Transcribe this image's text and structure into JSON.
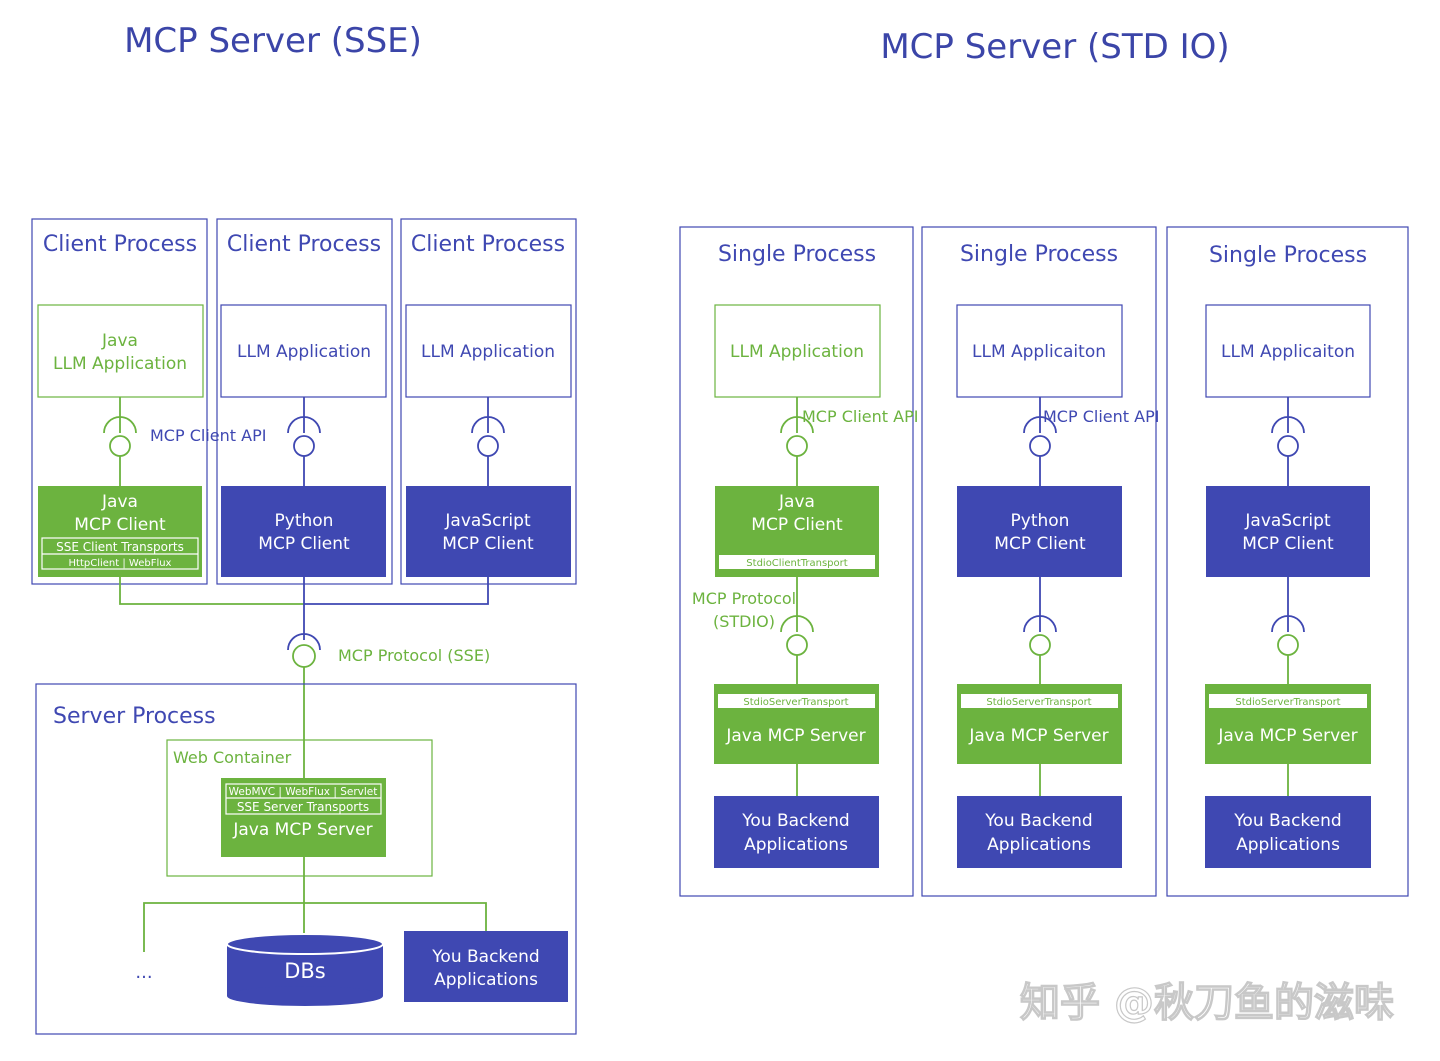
{
  "colors": {
    "blue": "#3f48b2",
    "green": "#6cb33f",
    "title": "#3b45a8",
    "white": "#ffffff",
    "watermark": "#d0d0d0"
  },
  "sse": {
    "title": "MCP Server (SSE)",
    "clients": [
      {
        "process_label": "Client Process",
        "app_lines": [
          "Java",
          "LLM Application"
        ],
        "client_lines": [
          "Java",
          "MCP Client"
        ],
        "transport": "SSE Client Transports",
        "transport_impl": "HttpClient | WebFlux"
      },
      {
        "process_label": "Client Process",
        "app_lines": [
          "LLM Application"
        ],
        "client_lines": [
          "Python",
          "MCP Client"
        ]
      },
      {
        "process_label": "Client Process",
        "app_lines": [
          "LLM Application"
        ],
        "client_lines": [
          "JavaScript",
          "MCP Client"
        ]
      }
    ],
    "client_api_label": "MCP Client API",
    "protocol_label": "MCP Protocol (SSE)",
    "server_process_label": "Server Process",
    "web_container_label": "Web Container",
    "server_impl": "WebMVC | WebFlux | Servlet",
    "server_transport": "SSE Server Transports",
    "server_label": "Java MCP Server",
    "ellipsis": "...",
    "db_label": "DBs",
    "backend_lines": [
      "You Backend",
      "Applications"
    ]
  },
  "stdio": {
    "title": "MCP Server (STD IO)",
    "processes": [
      {
        "process_label": "Single Process",
        "app_label": "LLM Application",
        "client_lines": [
          "Java",
          "MCP Client"
        ],
        "client_transport": "StdioClientTransport",
        "api_label": "MCP Client API",
        "protocol_lines": [
          "MCP Protocol",
          "(STDIO)"
        ],
        "server_transport": "StdioServerTransport",
        "server_label": "Java MCP Server",
        "backend_lines": [
          "You Backend",
          "Applications"
        ]
      },
      {
        "process_label": "Single Process",
        "app_label": "LLM Applicaiton",
        "client_lines": [
          "Python",
          "MCP Client"
        ],
        "api_label": "MCP Client API",
        "server_transport": "StdioServerTransport",
        "server_label": "Java MCP Server",
        "backend_lines": [
          "You Backend",
          "Applications"
        ]
      },
      {
        "process_label": "Single Process",
        "app_label": "LLM Applicaiton",
        "client_lines": [
          "JavaScript",
          "MCP Client"
        ],
        "server_transport": "StdioServerTransport",
        "server_label": "Java MCP Server",
        "backend_lines": [
          "You Backend",
          "Applications"
        ]
      }
    ]
  },
  "watermark": "知乎 @秋刀鱼的滋味"
}
